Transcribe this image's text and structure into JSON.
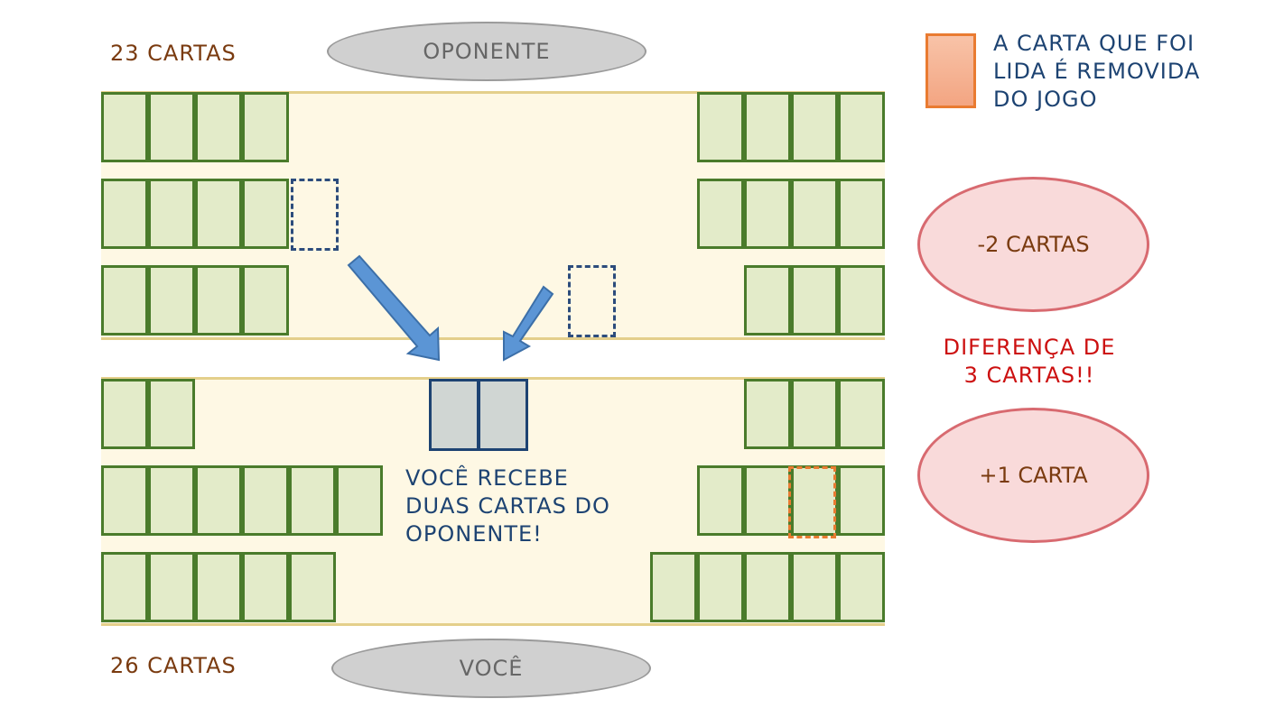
{
  "opponent": {
    "count_label": "23 CARTAS",
    "name": "OPONENTE"
  },
  "player": {
    "count_label": "26 CARTAS",
    "name": "VOCÊ"
  },
  "legend": {
    "line1": "A CARTA QUE FOI",
    "line2": "LIDA É REMOVIDA",
    "line3": "DO JOGO"
  },
  "opponent_change": "-2 CARTAS",
  "player_change": "+1 CARTA",
  "difference": {
    "line1": "DIFERENÇA DE",
    "line2": "3 CARTAS!!"
  },
  "receive_note": {
    "line1": "VOCÊ RECEBE",
    "line2": "DUAS CARTAS DO",
    "line3": "OPONENTE!"
  },
  "colors": {
    "card_fill": "#e3ebc9",
    "card_border": "#4a7b2b",
    "board_fill": "#fef8e4",
    "arrow": "#5b95d5",
    "removed_card": "#e97b31"
  },
  "board_rows": {
    "opponent": [
      {
        "left_cards": 4,
        "right_cards": 4
      },
      {
        "left_cards": 4,
        "right_cards": 4
      },
      {
        "left_cards": 4,
        "right_cards": 3
      }
    ],
    "player": [
      {
        "left_cards": 2,
        "right_cards": 3
      },
      {
        "left_cards": 6,
        "right_cards": 4
      },
      {
        "left_cards": 5,
        "right_cards": 5
      }
    ]
  }
}
